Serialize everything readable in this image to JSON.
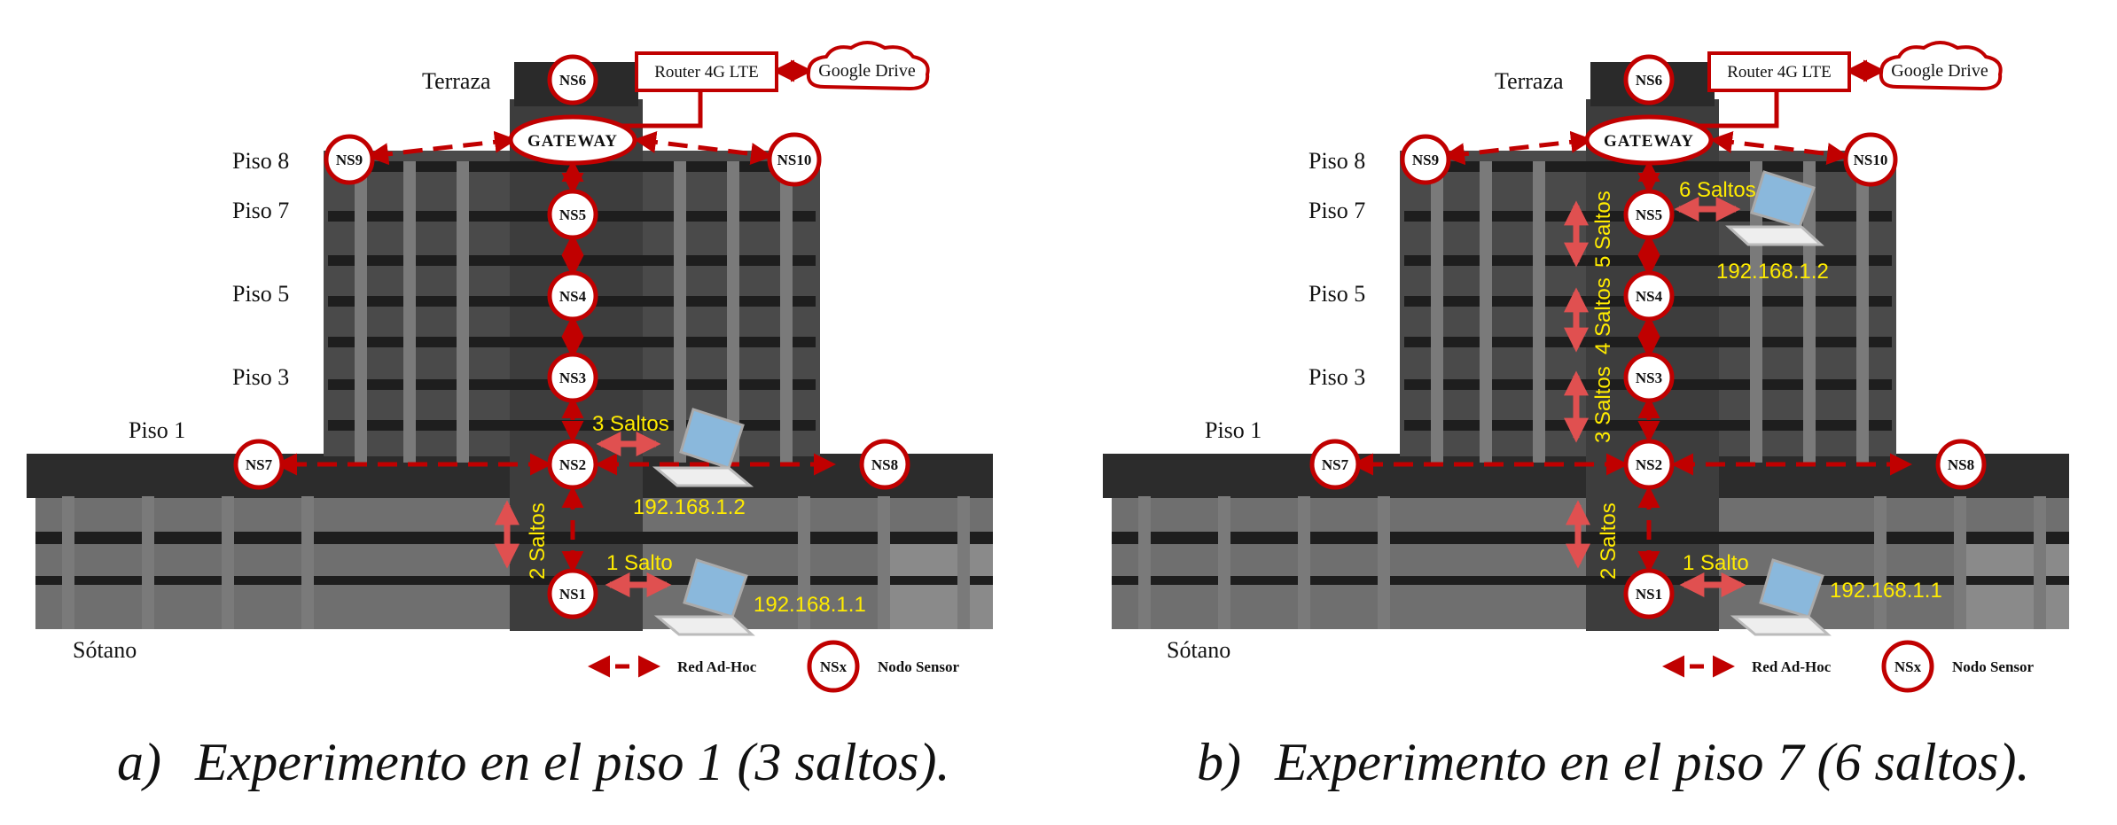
{
  "colors": {
    "link_red": "#c00000",
    "node_red": "#c00000",
    "label_yellow": "#ffeb00",
    "structure_dark": "#3a3a3a"
  },
  "icons": [
    "laptop-icon",
    "cloud-icon",
    "sensor-node-icon"
  ],
  "labels": {
    "terraza": "Terraza",
    "piso8": "Piso 8",
    "piso7": "Piso 7",
    "piso5": "Piso 5",
    "piso3": "Piso 3",
    "piso1": "Piso 1",
    "sotano": "Sótano",
    "gateway": "GATEWAY",
    "router": "Router 4G LTE",
    "google_drive": "Google Drive",
    "legend_adhoc": "Red Ad-Hoc",
    "legend_nsx": "NSx",
    "legend_nodo": "Nodo Sensor"
  },
  "nodes": {
    "ns1": "NS1",
    "ns2": "NS2",
    "ns3": "NS3",
    "ns4": "NS4",
    "ns5": "NS5",
    "ns6": "NS6",
    "ns7": "NS7",
    "ns8": "NS8",
    "ns9": "NS9",
    "ns10": "NS10"
  },
  "panel_a": {
    "caption_letter": "a)",
    "caption_text": "Experimento en el piso 1 (3 saltos).",
    "hops": {
      "s1": "1 Salto",
      "s2": "2 Saltos",
      "s3": "3 Saltos"
    },
    "ips": {
      "laptop1": "192.168.1.1",
      "laptop2": "192.168.1.2"
    }
  },
  "panel_b": {
    "caption_letter": "b)",
    "caption_text": "Experimento en el piso 7 (6 saltos).",
    "hops": {
      "s1": "1 Salto",
      "s2": "2 Saltos",
      "s3": "3 Saltos",
      "s4": "4 Saltos",
      "s5": "5 Saltos",
      "s6": "6 Saltos"
    },
    "ips": {
      "laptop1": "192.168.1.1",
      "laptop2": "192.168.1.2"
    }
  }
}
